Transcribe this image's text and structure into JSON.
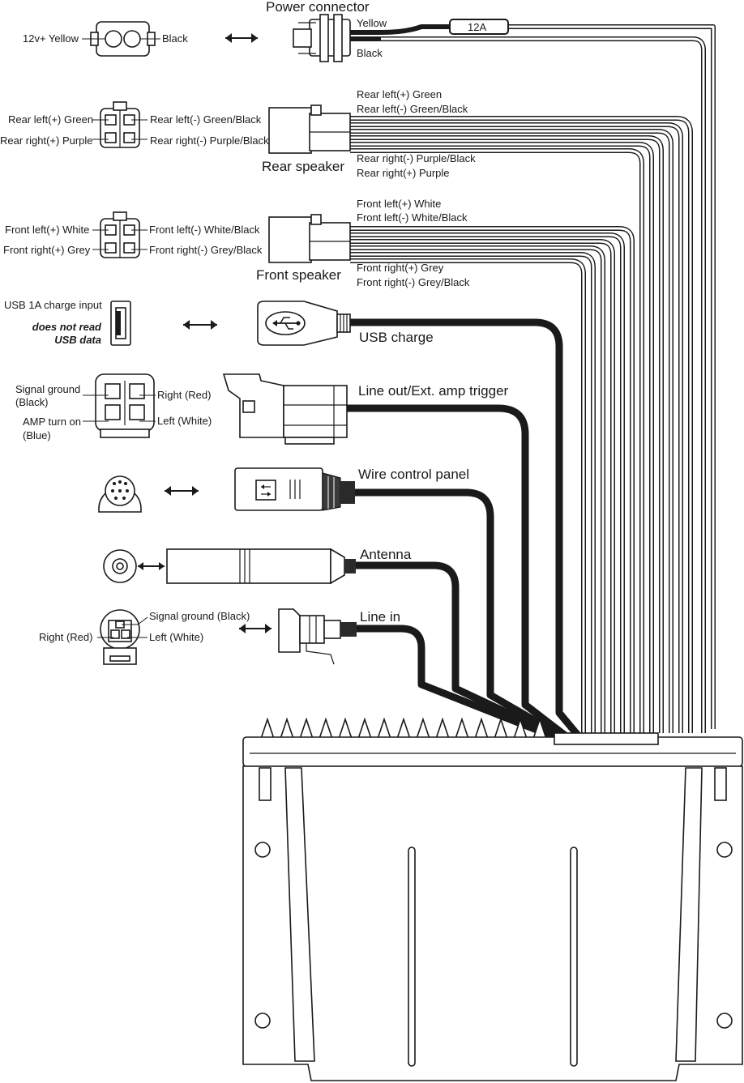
{
  "power": {
    "title": "Power connector",
    "left_pin": "12v+ Yellow",
    "right_pin": "Black",
    "wire_top": "Yellow",
    "wire_bottom": "Black",
    "fuse": "12A"
  },
  "rear_speaker": {
    "title": "Rear speaker",
    "pin_left_top": "Rear left(+) Green",
    "pin_left_bottom": "Rear right(+) Purple",
    "pin_right_top": "Rear left(-) Green/Black",
    "pin_right_bottom": "Rear right(-) Purple/Black",
    "wires_top": [
      "Rear left(+) Green",
      "Rear left(-) Green/Black"
    ],
    "wires_bottom": [
      "Rear right(-) Purple/Black",
      "Rear right(+) Purple"
    ]
  },
  "front_speaker": {
    "title": "Front speaker",
    "pin_left_top": "Front left(+) White",
    "pin_left_bottom": "Front right(+) Grey",
    "pin_right_top": "Front left(-) White/Black",
    "pin_right_bottom": "Front right(-) Grey/Black",
    "wires_top": [
      "Front left(+) White",
      "Front left(-) White/Black"
    ],
    "wires_bottom": [
      "Front right(+) Grey",
      "Front right(-) Grey/Black"
    ]
  },
  "usb": {
    "title": "USB charge",
    "input_label": "USB 1A charge input",
    "note_line1": "does not read",
    "note_line2": "USB data"
  },
  "line_out": {
    "title": "Line out/Ext. amp trigger",
    "signal_ground_1": "Signal ground",
    "signal_ground_2": "(Black)",
    "amp_turn_on_1": "AMP turn on",
    "amp_turn_on_2": "(Blue)",
    "right": "Right (Red)",
    "left": "Left (White)"
  },
  "wire_control": {
    "title": "Wire control panel"
  },
  "antenna": {
    "title": "Antenna"
  },
  "line_in": {
    "title": "Line in",
    "signal_ground": "Signal ground (Black)",
    "right": "Right (Red)",
    "left": "Left (White)"
  }
}
